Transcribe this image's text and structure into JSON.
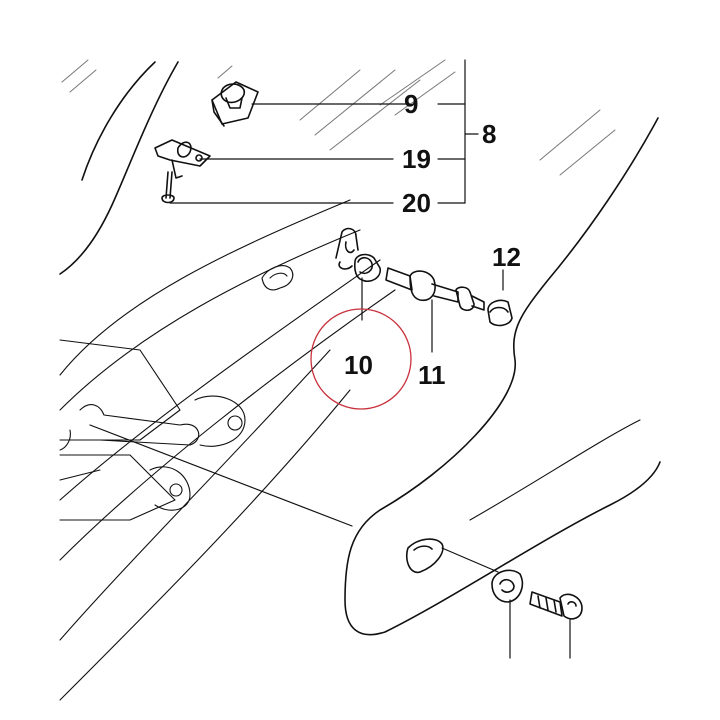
{
  "diagram": {
    "callouts": {
      "c8": "8",
      "c9": "9",
      "c10": "10",
      "c11": "11",
      "c12": "12",
      "c19": "19",
      "c20": "20"
    },
    "highlight_color": "#c8323c",
    "line_color": "#111111",
    "hatch_color": "#777777"
  }
}
